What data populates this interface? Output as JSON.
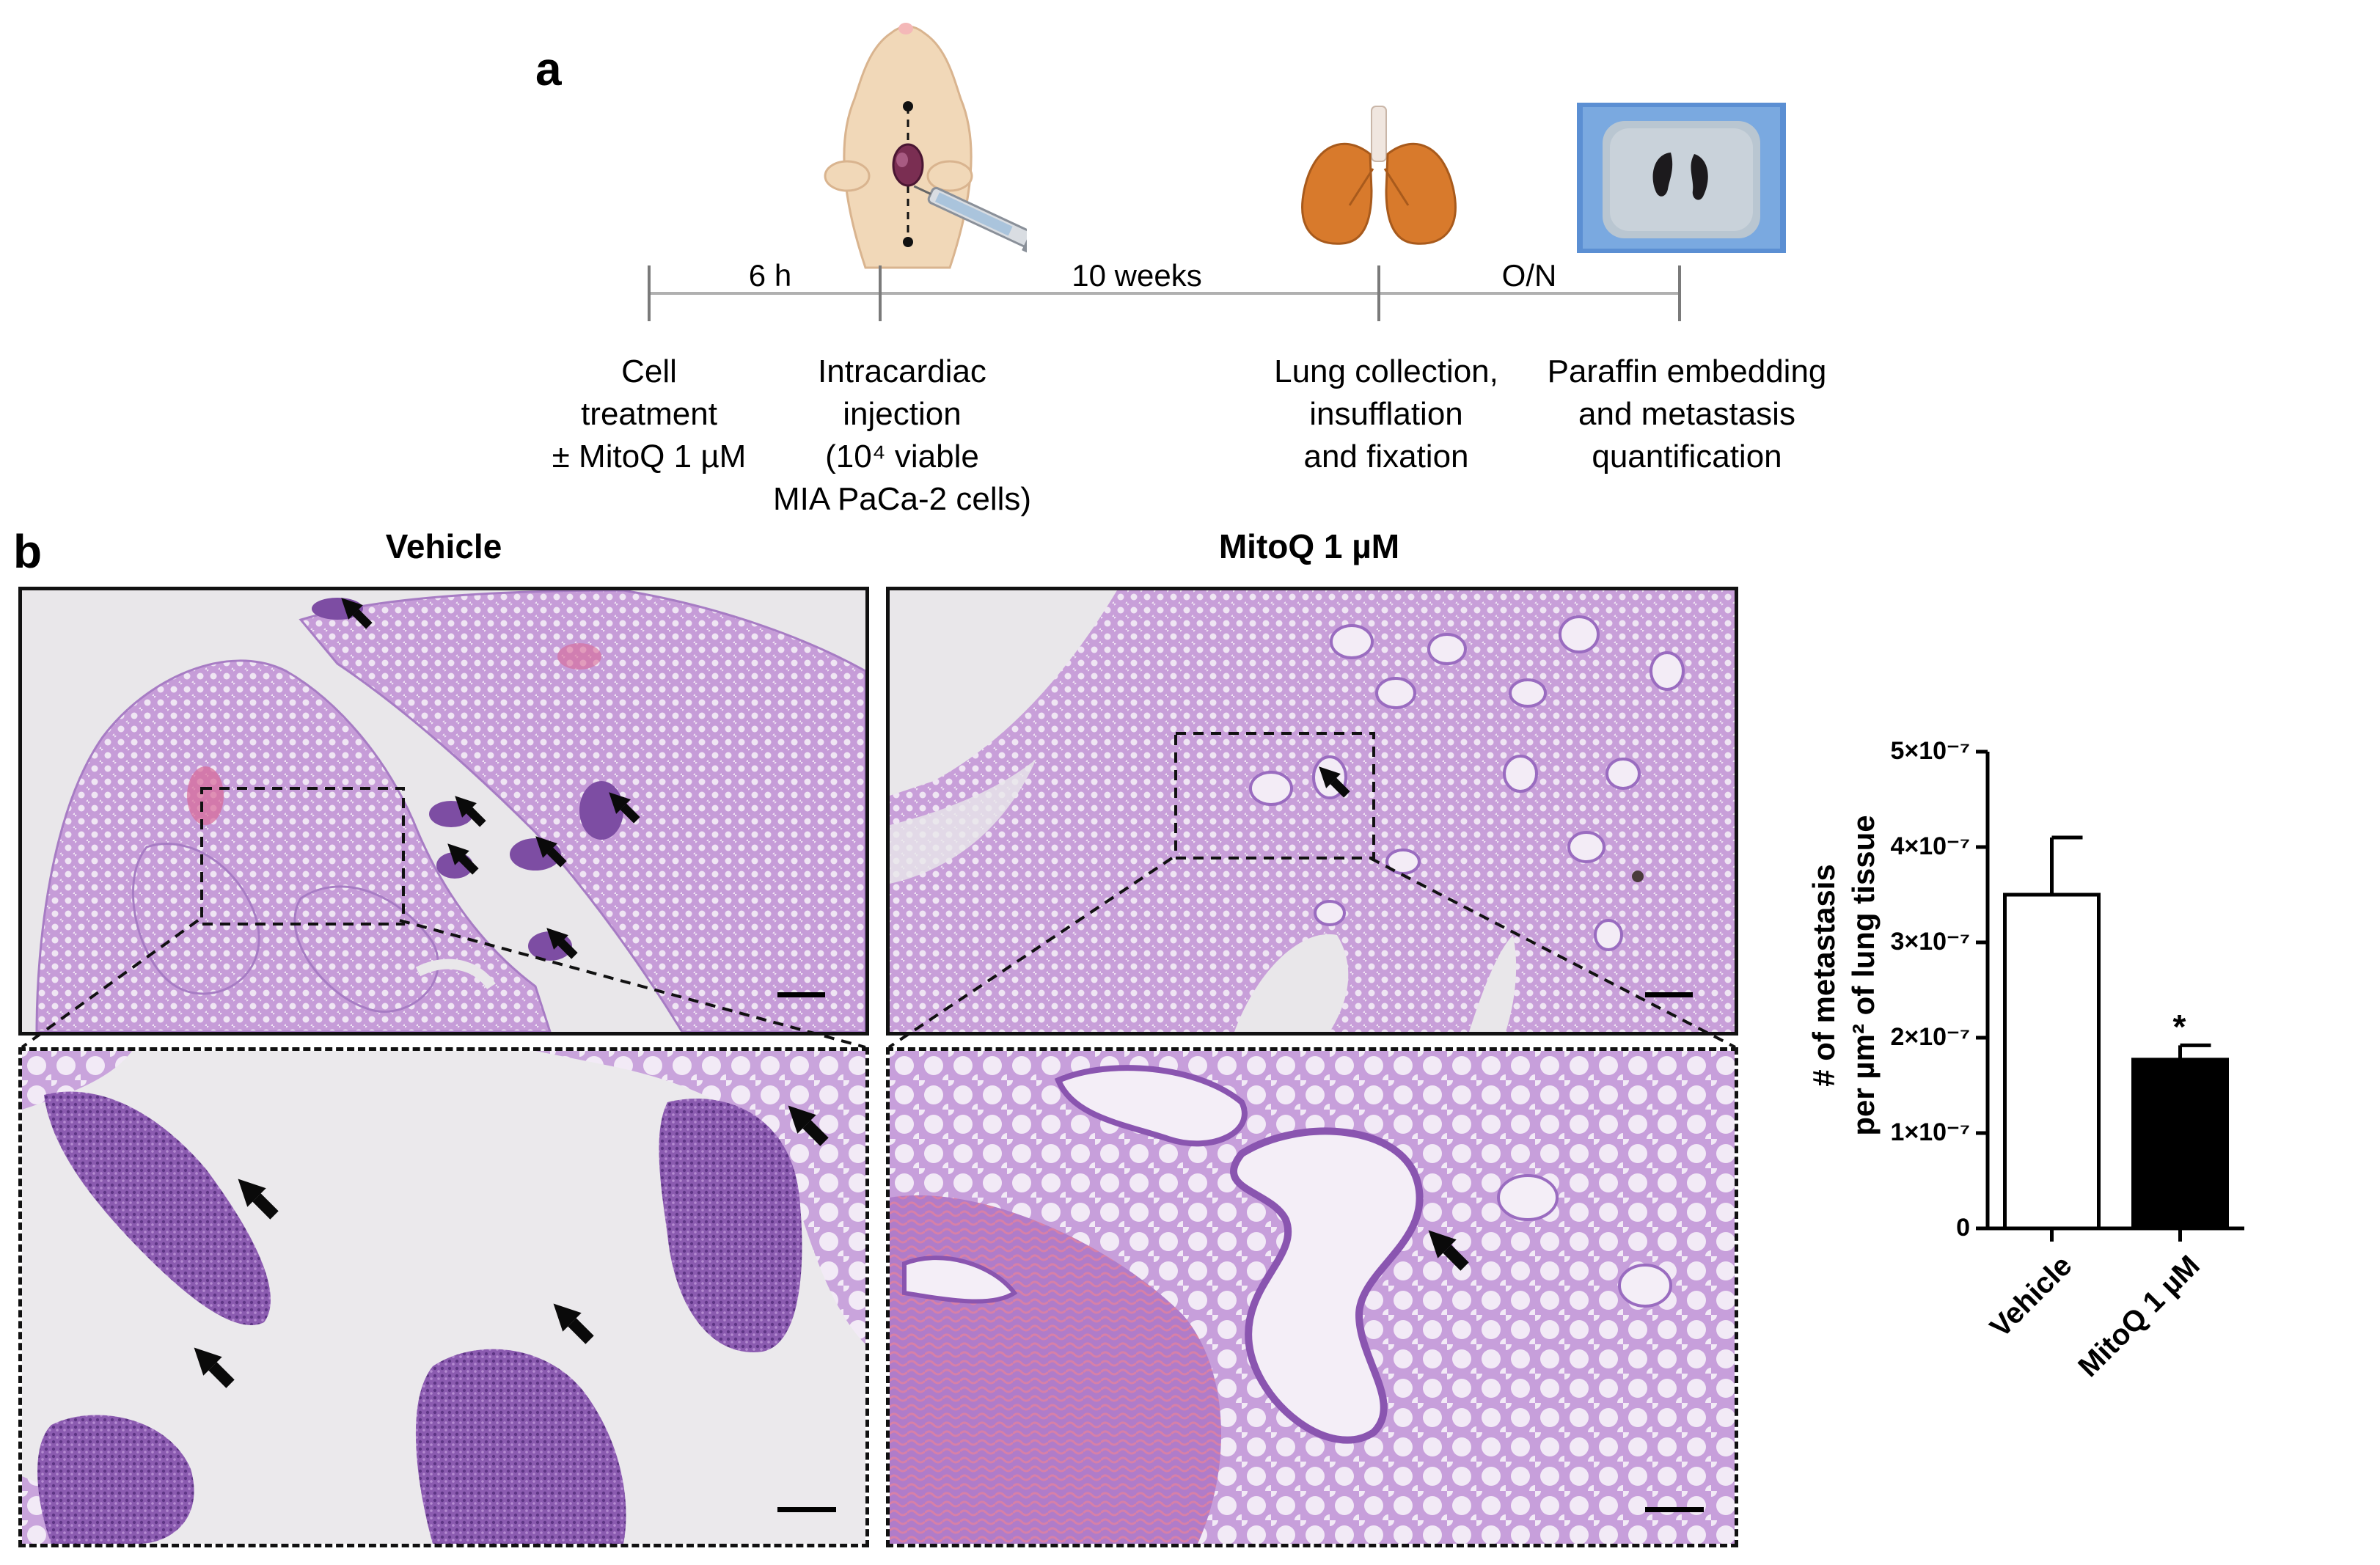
{
  "panel_a": {
    "letter": "a",
    "intervals": [
      {
        "label": "6 h"
      },
      {
        "label": "10 weeks"
      },
      {
        "label": "O/N"
      }
    ],
    "steps": [
      {
        "lines": [
          "Cell",
          "treatment",
          "± MitoQ 1 µM"
        ]
      },
      {
        "lines": [
          "Intracardiac",
          "injection",
          "(10⁴ viable",
          "MIA PaCa-2 cells)"
        ]
      },
      {
        "lines": [
          "Lung collection,",
          "insufflation",
          "and fixation"
        ]
      },
      {
        "lines": [
          "Paraffin embedding",
          "and metastasis",
          "quantification"
        ]
      }
    ]
  },
  "panel_b": {
    "letter": "b",
    "conditions": [
      {
        "title": "Vehicle"
      },
      {
        "title": "MitoQ 1 µM"
      }
    ],
    "colors": {
      "tissue": "#c9a0d6",
      "tissue_dark": "#8e5fb0",
      "nodule": "#7d4da3",
      "background": "#e9e7ea",
      "arrow": "#0a0a0a"
    }
  },
  "chart_data": {
    "type": "bar",
    "categories": [
      "Vehicle",
      "MitoQ 1 µM"
    ],
    "values": [
      3.5e-07,
      1.77e-07
    ],
    "error": [
      6e-08,
      1.5e-08
    ],
    "bar_fill": [
      "#ffffff",
      "#000000"
    ],
    "significance": [
      "",
      "*"
    ],
    "ylabel_lines": [
      "# of metastasis",
      "per µm² of lung tissue"
    ],
    "ylim": [
      0,
      5e-07
    ],
    "yticks": [
      {
        "value": 0,
        "label": "0"
      },
      {
        "value": 1e-07,
        "label": "1×10⁻⁷"
      },
      {
        "value": 2e-07,
        "label": "2×10⁻⁷"
      },
      {
        "value": 3e-07,
        "label": "3×10⁻⁷"
      },
      {
        "value": 4e-07,
        "label": "4×10⁻⁷"
      },
      {
        "value": 5e-07,
        "label": "5×10⁻⁷"
      }
    ]
  }
}
